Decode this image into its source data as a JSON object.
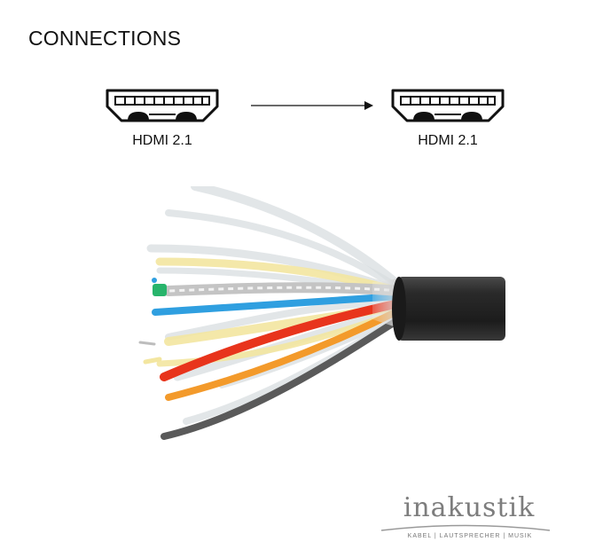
{
  "title": "CONNECTIONS",
  "connection": {
    "source": {
      "label": "HDMI 2.1",
      "icon": "hdmi-port-icon"
    },
    "target": {
      "label": "HDMI 2.1",
      "icon": "hdmi-port-icon"
    }
  },
  "arrow_icon": "right-arrow-icon",
  "cable_image": "stripped-hdmi-cable-photo",
  "logo": {
    "name": "inakustik",
    "tagline": "KABEL | LAUTSPRECHER | MUSIK"
  },
  "colors": {
    "jacket": "#2a2a2a",
    "blue_wire": "#2f9fe0",
    "red_wire": "#e8341c",
    "orange_wire": "#f39a2b",
    "yellow_fiber": "#f3e6a0",
    "green_tip": "#27b46b",
    "logo_grey": "#7d7d7d"
  }
}
